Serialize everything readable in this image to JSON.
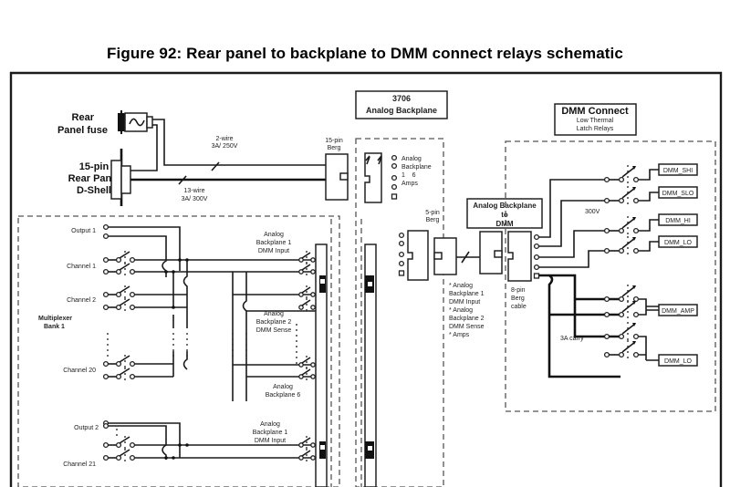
{
  "figure": {
    "title": "Figure 92: Rear panel to backplane to DMM connect relays schematic"
  },
  "rear_panel": {
    "fuse_label_1": "Rear",
    "fuse_label_2": "Panel fuse",
    "dshell_label_1": "15-pin",
    "dshell_label_2": "Rear Panel",
    "dshell_label_3": "D-Shell",
    "wire_top_1": "2-wire",
    "wire_top_2": "3A/ 250V",
    "wire_bot_1": "13-wire",
    "wire_bot_2": "3A/ 300V",
    "berg_1": "15-pin",
    "berg_2": "Berg"
  },
  "backplane": {
    "title_1": "3706",
    "title_2": "Analog Backplane",
    "amps_1": "Analog",
    "amps_2": "Backplane",
    "amps_3": "1    6",
    "amps_4": "Amps",
    "berg5_1": "5-pin",
    "berg5_2": "Berg",
    "notes": [
      "* Analog",
      "Backplane 1",
      "DMM Input",
      "* Analog",
      "Backplane 2",
      "DMM Sense",
      "* Amps"
    ],
    "to_dmm_1": "Analog Backplane",
    "to_dmm_2": "to",
    "to_dmm_3": "DMM",
    "berg8_1": "8-pin",
    "berg8_2": "Berg",
    "berg8_3": "cable"
  },
  "dmm_connect": {
    "title": "DMM Connect",
    "sub_1": "Low Thermal",
    "sub_2": "Latch Relays",
    "voltage": "300V",
    "carry": "3A carry",
    "outputs": [
      "DMM_SHI",
      "DMM_SLO",
      "DMM_HI",
      "DMM_LO",
      "DMM_AMP",
      "DMM_LO"
    ]
  },
  "mux": {
    "bank_1": "Multiplexer",
    "bank_2": "Bank 1",
    "output1": "Output 1",
    "output2": "Output 2",
    "channels": [
      "Channel 1",
      "Channel 2",
      "Channel 20",
      "Channel 21"
    ],
    "ab1_1": "Analog",
    "ab1_2": "Backplane 1",
    "ab1_3": "DMM Input",
    "ab2_1": "Analog",
    "ab2_2": "Backplane 2",
    "ab2_3": "DMM Sense",
    "ab6_1": "Analog",
    "ab6_2": "Backplane 6",
    "ab1b_1": "Analog",
    "ab1b_2": "Backplane 1",
    "ab1b_3": "DMM Input"
  }
}
